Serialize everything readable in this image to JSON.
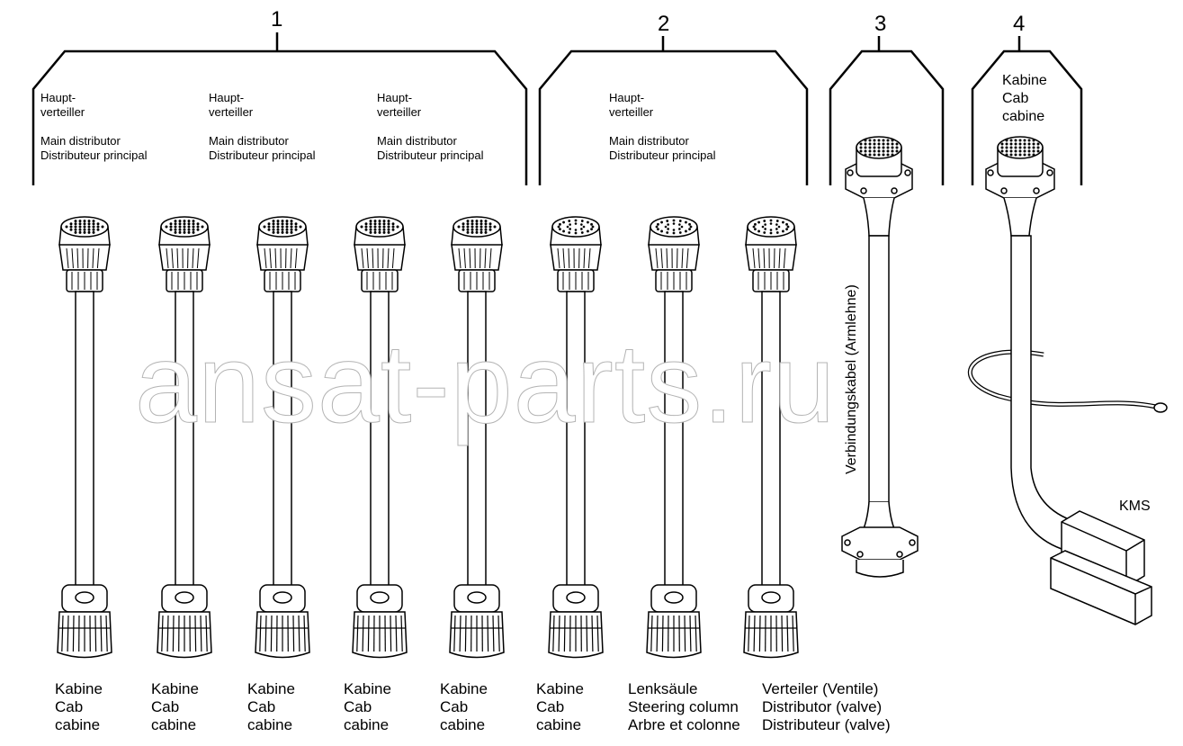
{
  "groups": [
    {
      "number": "1"
    },
    {
      "number": "2"
    },
    {
      "number": "3"
    },
    {
      "number": "4"
    }
  ],
  "headers": {
    "main_distributor": "Haupt-\nverteiller\n\nMain distributor\nDistributeur principal"
  },
  "cab_label": "Kabine\nCab\ncabine",
  "bottom_labels": [
    "Kabine\nCab\ncabine",
    "Kabine\nCab\ncabine",
    "Kabine\nCab\ncabine",
    "Kabine\nCab\ncabine",
    "Kabine\nCab\ncabine",
    "Kabine\nCab\ncabine",
    "Lenksäule\nSteering column\nArbre et colonne",
    "Verteiler (Ventile)\nDistributor (valve)\nDistributeur (valve)"
  ],
  "vertical_label": "Verbindungskabel (Armlehne)",
  "kms_label": "KMS",
  "watermark": "ansat-parts.ru"
}
